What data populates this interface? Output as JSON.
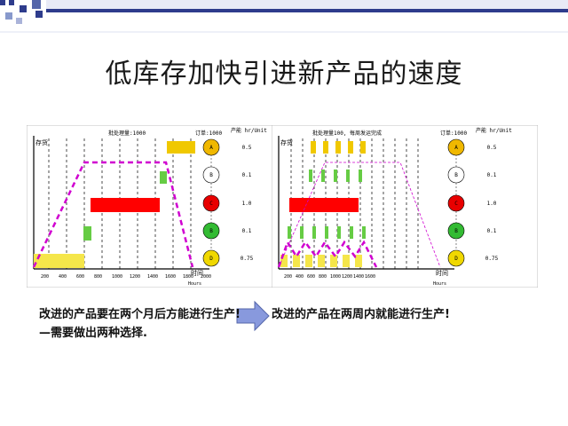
{
  "slide": {
    "title": "低库存加快引进新产品的速度"
  },
  "left_diagram": {
    "top_label": "批处理量:1000",
    "y_label": "存货",
    "x_label": "时间",
    "x_unit": "Hours",
    "rate_header": "订单:1000",
    "units_header": "产能 hr/Unit",
    "stations": [
      "A",
      "B",
      "C",
      "B",
      "D"
    ],
    "rates": [
      "0.5",
      "0.1",
      "1.0",
      "0.1",
      "0.75"
    ],
    "x_ticks": [
      "200",
      "400",
      "600",
      "800",
      "1000",
      "1200",
      "1400",
      "1600",
      "1800",
      "2000"
    ]
  },
  "right_diagram": {
    "top_label": "批处理量100, 每周发运完成",
    "y_label": "存货",
    "x_label": "时间",
    "x_unit": "Hours",
    "rate_header": "订单:1000",
    "units_header": "产能 hr/Unit",
    "stations": [
      "A",
      "B",
      "C",
      "B",
      "D"
    ],
    "rates": [
      "0.5",
      "0.1",
      "1.0",
      "0.1",
      "0.75"
    ],
    "x_ticks": [
      "200",
      "400",
      "600",
      "800",
      "1000",
      "1200",
      "1400",
      "1600"
    ]
  },
  "captions": {
    "left": "改进的产品要在两个月后方能进行生产!—需要做出两种选择.",
    "right": "改进的产品在两周内就能进行生产!"
  },
  "colors": {
    "station_a": "#f0b800",
    "station_b": "#ffffff",
    "station_c": "#e80000",
    "station_b2": "#33bb33",
    "station_d": "#f0d800",
    "inventory_line": "#d000d0",
    "arrow_fill": "#8899dd"
  }
}
